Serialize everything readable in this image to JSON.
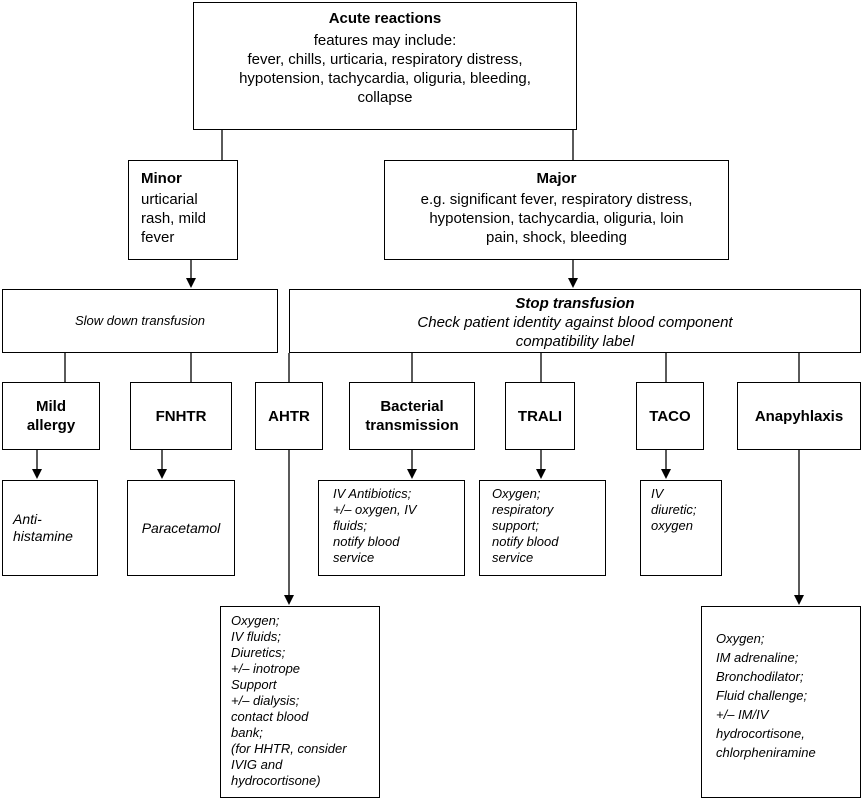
{
  "acute": {
    "title": "Acute reactions",
    "lines": [
      "features may include:",
      "fever, chills, urticaria, respiratory distress,",
      "hypotension, tachycardia, oliguria, bleeding,",
      "collapse"
    ]
  },
  "minor": {
    "title": "Minor",
    "lines": [
      "urticarial",
      "rash, mild",
      "fever"
    ]
  },
  "major": {
    "title": "Major",
    "lines": [
      "e.g. significant fever, respiratory distress,",
      "hypotension, tachycardia, oliguria, loin",
      "pain, shock, bleeding"
    ]
  },
  "slow_down": {
    "label": "Slow down transfusion"
  },
  "stop": {
    "title": "Stop transfusion",
    "lines": [
      "Check patient identity against blood component",
      "compatibility label"
    ]
  },
  "reactions": {
    "mild_allergy": {
      "lines": [
        "Mild",
        "allergy"
      ]
    },
    "fnhtr": {
      "label": "FNHTR"
    },
    "ahtr": {
      "label": "AHTR"
    },
    "bacterial": {
      "lines": [
        "Bacterial",
        "transmission"
      ]
    },
    "trali": {
      "label": "TRALI"
    },
    "taco": {
      "label": "TACO"
    },
    "anaphylaxis": {
      "label": "Anapyhlaxis"
    }
  },
  "treatments": {
    "antihistamine": {
      "lines": [
        "Anti-",
        "histamine"
      ]
    },
    "paracetamol": {
      "label": "Paracetamol"
    },
    "ahtr": {
      "lines": [
        "Oxygen;",
        "IV fluids;",
        "Diuretics;",
        "+/– inotrope",
        "Support",
        "+/– dialysis;",
        "contact blood",
        "bank;",
        "(for HHTR, consider",
        "IVIG and",
        "hydrocortisone)"
      ]
    },
    "bacterial": {
      "lines": [
        "IV Antibiotics;",
        "+/– oxygen, IV",
        "fluids;",
        "notify blood",
        "service"
      ]
    },
    "trali": {
      "lines": [
        "Oxygen;",
        "respiratory",
        "support;",
        "notify blood",
        "service"
      ]
    },
    "taco": {
      "lines": [
        "IV",
        "diuretic;",
        "oxygen"
      ]
    },
    "anaphylaxis": {
      "lines": [
        "Oxygen;",
        "IM adrenaline;",
        "Bronchodilator;",
        "Fluid challenge;",
        "+/– IM/IV",
        "hydrocortisone,",
        "chlorpheniramine"
      ]
    }
  }
}
